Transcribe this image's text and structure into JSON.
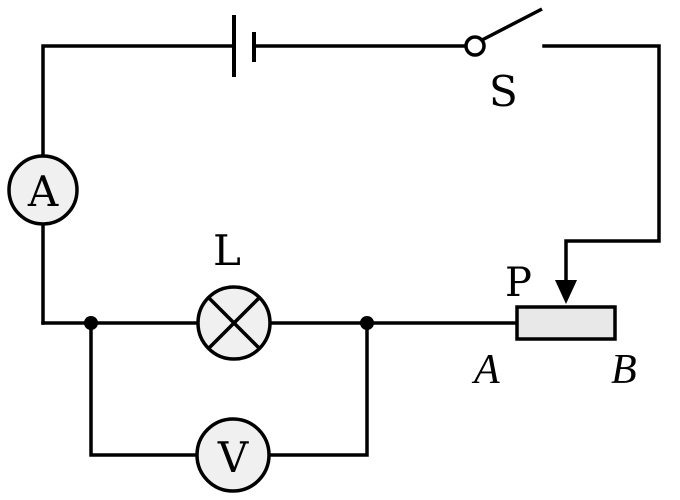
{
  "labels": {
    "switch": "S",
    "lamp": "L",
    "ammeter": "A",
    "voltmeter": "V",
    "slider": "P",
    "end_a": "A",
    "end_b": "B"
  },
  "colors": {
    "line": "#000000",
    "meter_fill": "#f0f0f0",
    "rheostat_fill": "#e8e8e8",
    "background": "#ffffff"
  }
}
